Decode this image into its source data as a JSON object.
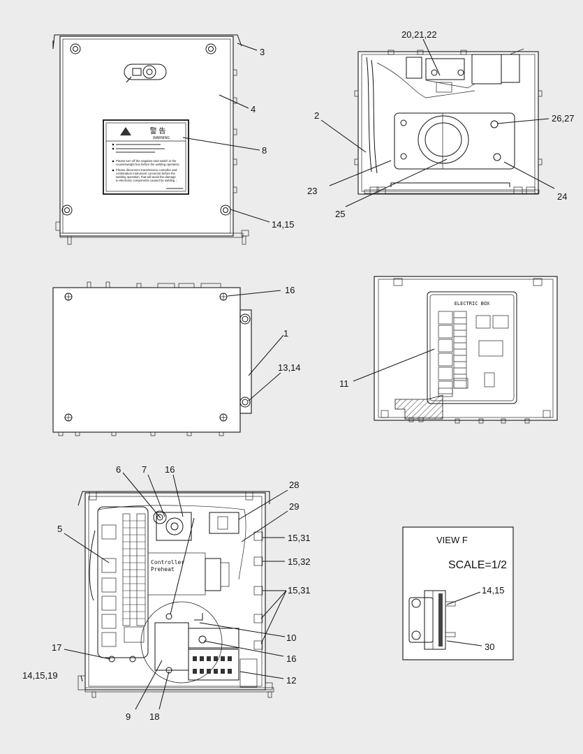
{
  "callouts": [
    {
      "id": "c3",
      "text": "3"
    },
    {
      "id": "c4",
      "text": "4"
    },
    {
      "id": "c8",
      "text": "8"
    },
    {
      "id": "c14_15_a",
      "text": "14,15"
    },
    {
      "id": "c20_22",
      "text": "20,21,22"
    },
    {
      "id": "c2",
      "text": "2"
    },
    {
      "id": "c26_27",
      "text": "26,27"
    },
    {
      "id": "c23",
      "text": "23"
    },
    {
      "id": "c24",
      "text": "24"
    },
    {
      "id": "c25",
      "text": "25"
    },
    {
      "id": "c16_a",
      "text": "16"
    },
    {
      "id": "c1",
      "text": "1"
    },
    {
      "id": "c13_14",
      "text": "13,14"
    },
    {
      "id": "c11",
      "text": "11"
    },
    {
      "id": "c6",
      "text": "6"
    },
    {
      "id": "c7",
      "text": "7"
    },
    {
      "id": "c16_b",
      "text": "16"
    },
    {
      "id": "c28",
      "text": "28"
    },
    {
      "id": "c29",
      "text": "29"
    },
    {
      "id": "c5",
      "text": "5"
    },
    {
      "id": "c15_31_a",
      "text": "15,31"
    },
    {
      "id": "c15_32",
      "text": "15,32"
    },
    {
      "id": "c15_31_b",
      "text": "15,31"
    },
    {
      "id": "c10",
      "text": "10"
    },
    {
      "id": "c17",
      "text": "17"
    },
    {
      "id": "c16_c",
      "text": "16"
    },
    {
      "id": "c14_15_19",
      "text": "14,15,19"
    },
    {
      "id": "c12",
      "text": "12"
    },
    {
      "id": "c9",
      "text": "9"
    },
    {
      "id": "c18",
      "text": "18"
    },
    {
      "id": "c14_15_b",
      "text": "14,15"
    },
    {
      "id": "c30",
      "text": "30"
    }
  ],
  "warning_label": {
    "title_cn": "警 告",
    "title_en": "WARNING",
    "line1": "Please turn off the negative total switch in the",
    "line2": "counterweight box before the welding operation;",
    "line3": "Please disconnect transmission controller and",
    "line4": "combination instrument connector before the",
    "line5": "welding operation, that will avoid the damage",
    "line6": "to electronic components caused by welding ;"
  },
  "electric_box_title": "ELECTRIC BOX",
  "controller_label_1": "Controller",
  "controller_label_2": "Preheat",
  "view_detail": {
    "title": "VIEW   F",
    "scale": "SCALE=1/2"
  }
}
